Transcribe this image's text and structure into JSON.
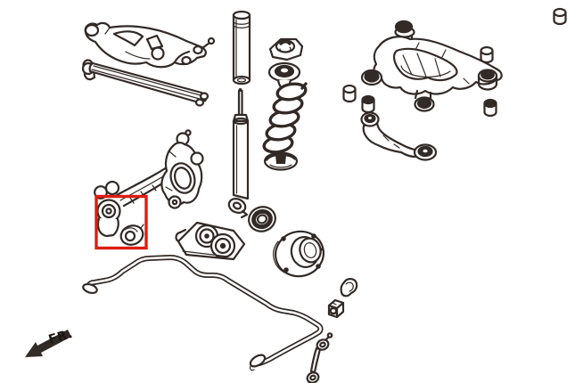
{
  "diagram": {
    "kind": "exploded-parts-line-drawing",
    "direction_label": "FR.",
    "colors": {
      "ink": "#322a26",
      "background": "#ffffff",
      "highlight": "#de1d13"
    },
    "highlight": {
      "shape": "rectangle",
      "part": "trailing-arm-bushing",
      "color": "#de1d13"
    },
    "parts": [
      "upper-control-arm",
      "lateral-link-rod",
      "knuckle-with-trailing-arm",
      "trailing-arm-bushing",
      "shock-dust-boot",
      "shock-absorber",
      "strut-top-mount",
      "spring-upper-seat",
      "coil-spring",
      "spring-lower-seat",
      "rear-subframe",
      "subframe-bushings",
      "spacer-cylinders",
      "rear-lower-control-arm",
      "backing-plate-bracket",
      "hub-bearing-ring",
      "wheel-hub",
      "stabilizer-bar",
      "stabilizer-bracket",
      "stabilizer-bushing",
      "stabilizer-end-link",
      "front-direction-arrow"
    ]
  }
}
